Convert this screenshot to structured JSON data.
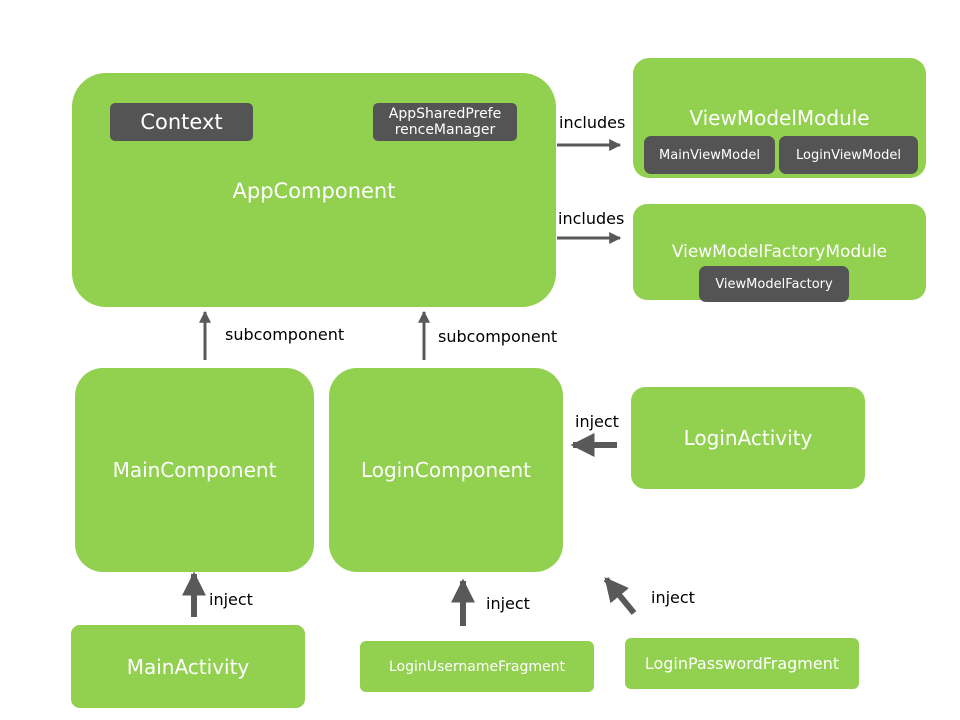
{
  "colors": {
    "node": "#92d050",
    "chip": "#545454",
    "arrow": "#595959",
    "text_on_node": "#ffffff",
    "label": "#000000"
  },
  "nodes": {
    "app_component": "AppComponent",
    "context": "Context",
    "app_shared_pref_line1": "AppSharedPrefe",
    "app_shared_pref_line2": "renceManager",
    "view_model_module": "ViewModelModule",
    "main_view_model": "MainViewModel",
    "login_view_model": "LoginViewModel",
    "view_model_factory_module": "ViewModelFactoryModule",
    "view_model_factory": "ViewModelFactory",
    "main_component": "MainComponent",
    "login_component": "LoginComponent",
    "login_activity": "LoginActivity",
    "main_activity": "MainActivity",
    "login_username_fragment": "LoginUsernameFragment",
    "login_password_fragment": "LoginPasswordFragment"
  },
  "edges": {
    "includes_1": "includes",
    "includes_2": "includes",
    "subcomponent_1": "subcomponent",
    "subcomponent_2": "subcomponent",
    "inject_login_activity": "inject",
    "inject_main_activity": "inject",
    "inject_username": "inject",
    "inject_password": "inject"
  }
}
